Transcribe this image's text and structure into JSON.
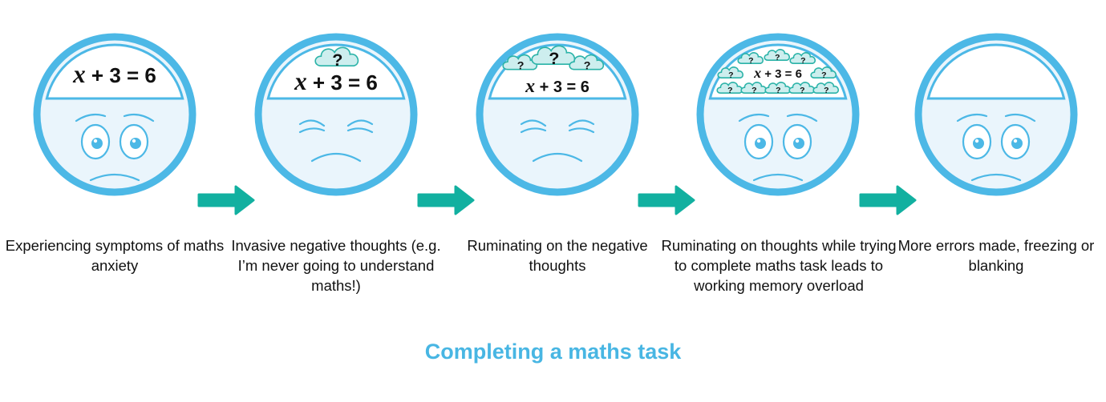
{
  "equation": {
    "variable": "x",
    "rest": " + 3 = 6"
  },
  "question_mark": "?",
  "stages": [
    {
      "label": "Experiencing symptoms of maths anxiety",
      "clouds": 0,
      "show_equation": true
    },
    {
      "label": "Invasive negative thoughts (e.g. I’m never going to understand maths!)",
      "clouds": 1,
      "show_equation": true
    },
    {
      "label": "Ruminating on the negative thoughts",
      "clouds": 3,
      "show_equation": true
    },
    {
      "label": "Ruminating on thoughts while trying to complete maths task leads to working memory overload",
      "clouds": 10,
      "show_equation": true
    },
    {
      "label": "More errors made, freezing or blanking",
      "clouds": 0,
      "show_equation": false
    }
  ],
  "title": "Completing a maths task",
  "colors": {
    "ring": "#4cb8e6",
    "face_fill": "#eaf5fc",
    "arrow": "#12b0a0",
    "cloud": "#cdeeee",
    "cloud_stroke": "#2bb3a8",
    "title": "#48b6e3"
  }
}
